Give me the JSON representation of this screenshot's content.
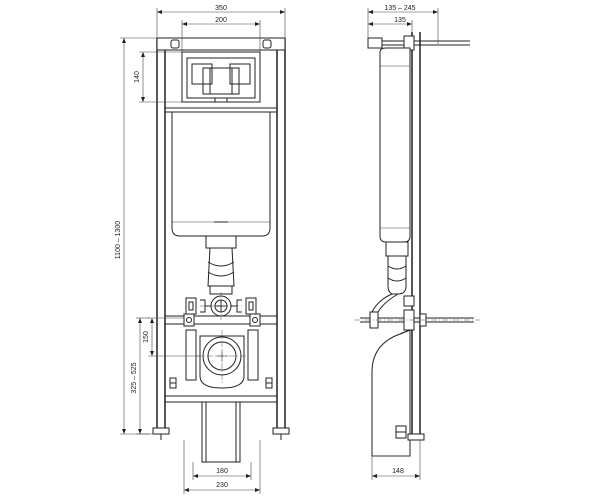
{
  "dimensions": {
    "front_total_width": "350",
    "front_panel_width": "200",
    "front_panel_height": "140",
    "front_total_height": "1100 – 1300",
    "front_outlet_height": "150",
    "front_lower_height": "325 – 525",
    "front_bottom_inner": "180",
    "front_bottom_outer": "230",
    "side_depth_range": "135 – 245",
    "side_depth": "135",
    "side_bottom_depth": "148"
  },
  "colors": {
    "line": "#222222",
    "background": "#ffffff"
  }
}
